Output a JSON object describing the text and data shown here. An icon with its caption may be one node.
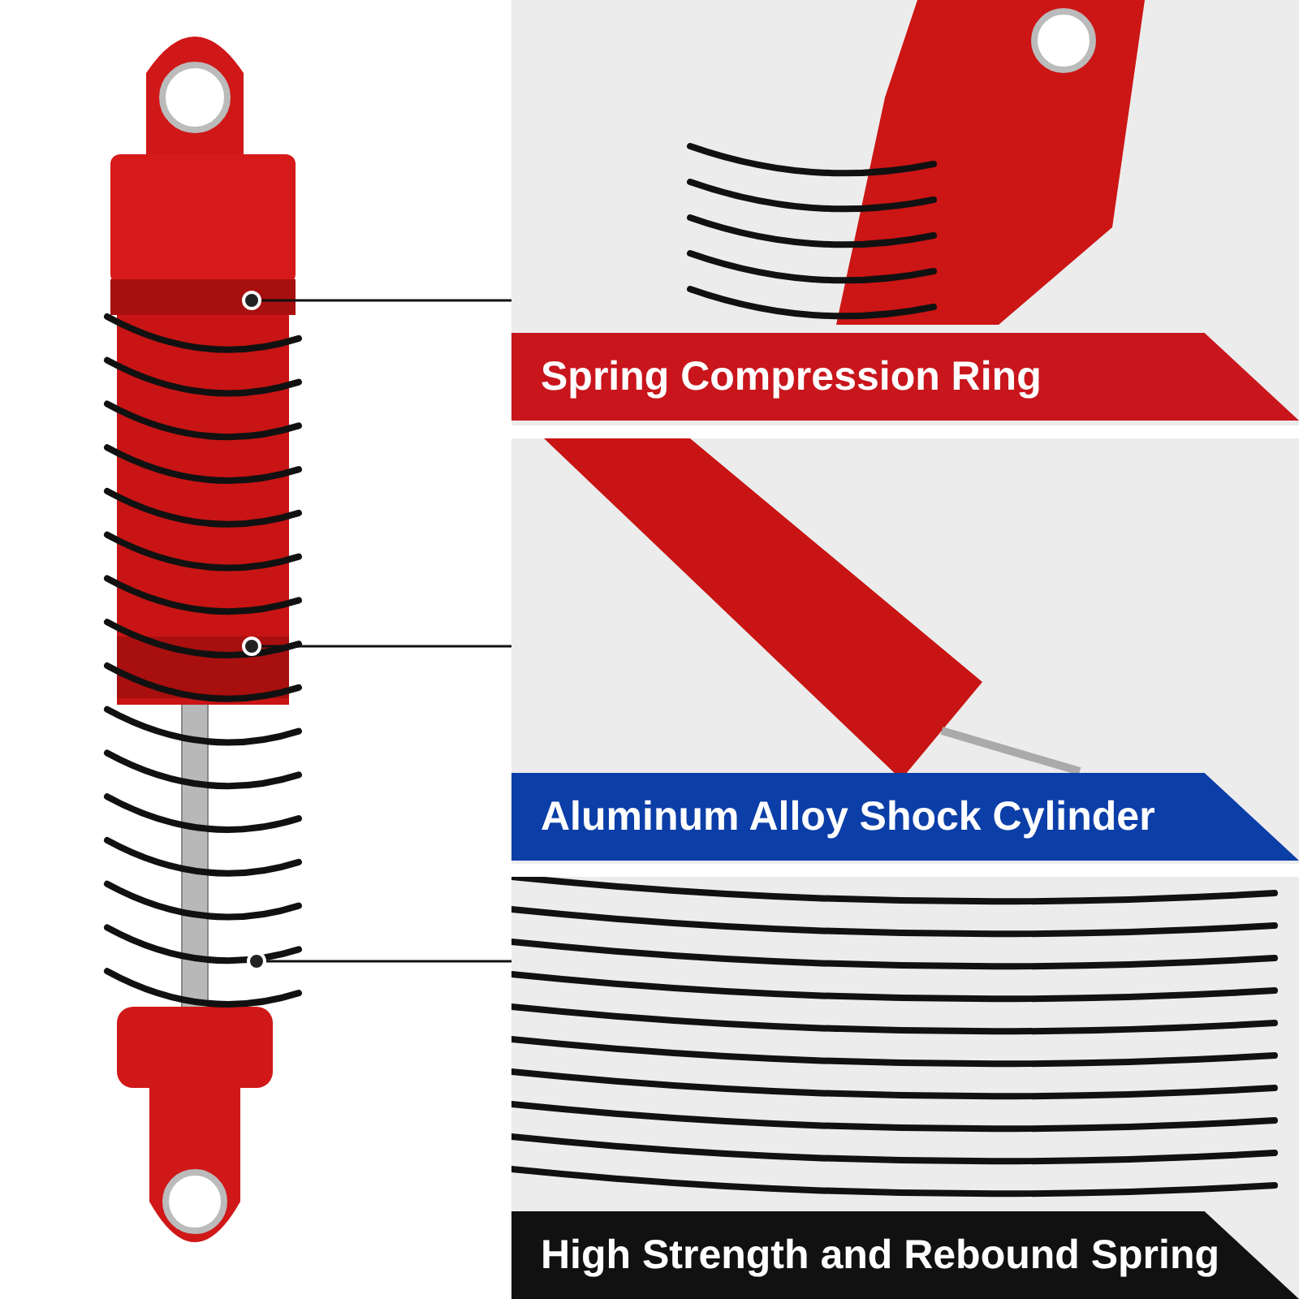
{
  "diagram": {
    "nodes": [
      {
        "text": [
          "Spring Compression Ring"
        ]
      },
      {
        "text": [
          "Aluminum Alloy Shock Cylinder"
        ]
      },
      {
        "text": [
          "High Strength and Rebound Spring"
        ]
      },
      {
        "text": [],
        "shape": "circle"
      },
      {
        "text": [],
        "shape": "circle"
      },
      {
        "text": [],
        "shape": "circle"
      }
    ],
    "edges": [
      {
        "from": 0,
        "to": 3,
        "arrow": "none"
      },
      {
        "from": 1,
        "to": 4,
        "arrow": "none"
      },
      {
        "from": 2,
        "to": 5,
        "arrow": "none"
      }
    ]
  }
}
